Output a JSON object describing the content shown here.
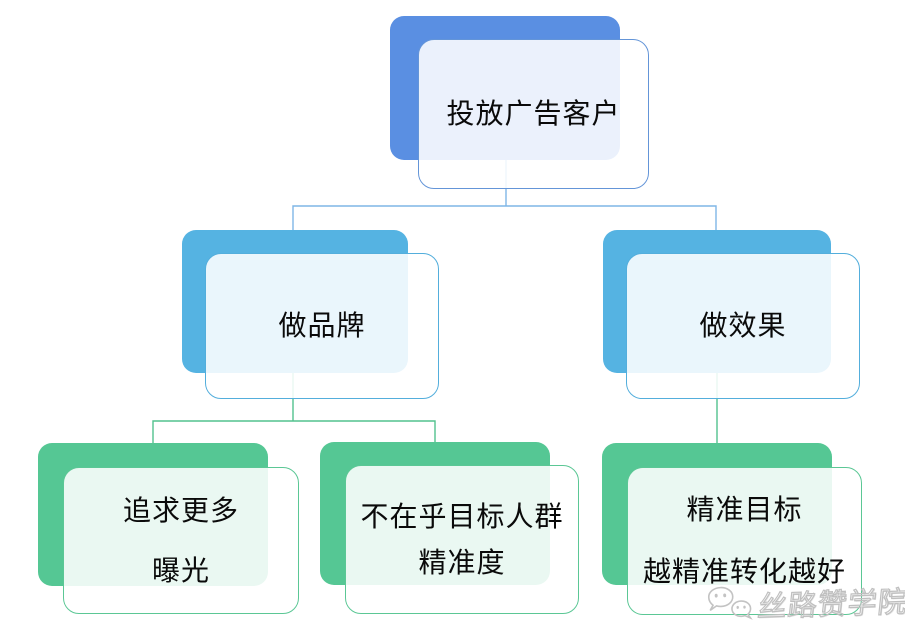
{
  "diagram": {
    "type": "tree",
    "nodes": {
      "root": {
        "label": "投放广告客户"
      },
      "brand": {
        "label": "做品牌"
      },
      "effect": {
        "label": "做效果"
      },
      "exposure": {
        "line1": "追求更多",
        "line2": "曝光"
      },
      "audience": {
        "line1": "不在乎目标人群",
        "line2": "精准度"
      },
      "precise": {
        "line1": "精准目标",
        "line2": "越精准转化越好"
      }
    },
    "edges": [
      {
        "from": "root",
        "to": "brand"
      },
      {
        "from": "root",
        "to": "effect"
      },
      {
        "from": "brand",
        "to": "exposure"
      },
      {
        "from": "brand",
        "to": "audience"
      },
      {
        "from": "effect",
        "to": "precise"
      }
    ],
    "colors": {
      "root_back": "#5A8FE2",
      "branch_back": "#55B3E2",
      "leaf_back": "#55C794",
      "root_border": "#6495D8",
      "branch_border": "#53AEDC",
      "leaf_border": "#5BC795",
      "blue_connector": "#7FB6E6",
      "green_connector": "#52C28E",
      "text": "#0a0a0a"
    }
  },
  "watermark": {
    "text": "丝路赞学院",
    "icon": "wechat-bubbles-icon",
    "color": "#bfbfbf"
  }
}
